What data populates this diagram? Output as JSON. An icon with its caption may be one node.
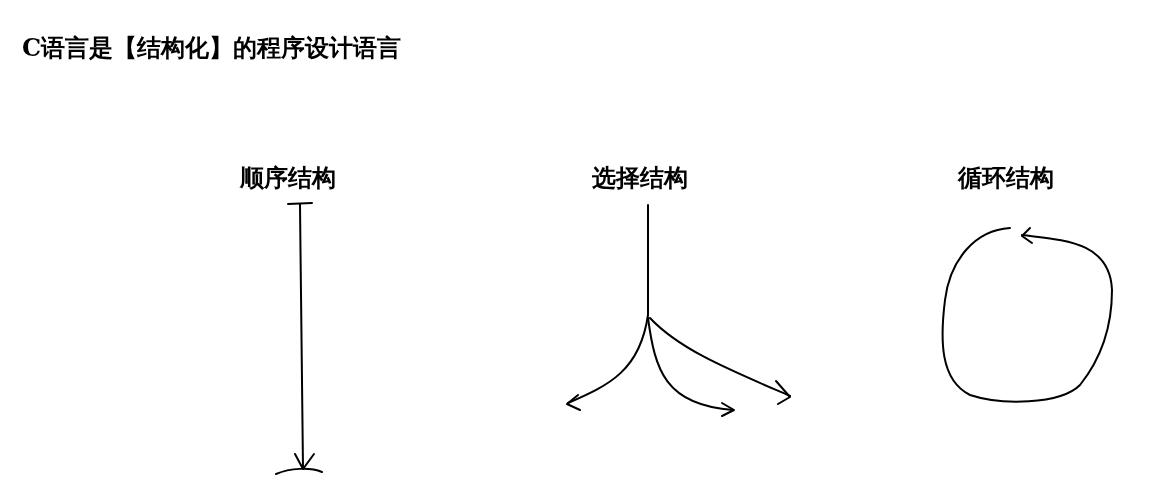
{
  "diagram": {
    "title": "C语言是【结构化】的程序设计语言",
    "labels": [
      "顺序结构",
      "选择结构",
      "循环结构"
    ]
  }
}
